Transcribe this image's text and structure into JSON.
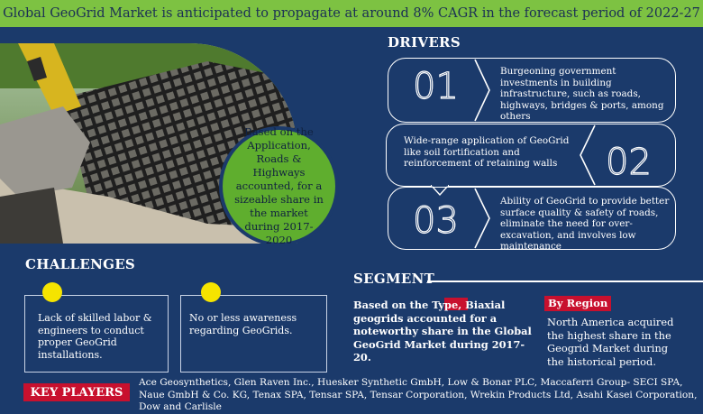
{
  "banner": "Global GeoGrid Market is anticipated to propagate at around 8% CAGR in the forecast period of 2022-27",
  "hero": {
    "circle_text": "Based on the Application, Roads & Highways accounted, for a sizeable share in the market during 2017-2020"
  },
  "drivers": {
    "heading": "DRIVERS",
    "items": [
      {
        "num": "01",
        "text": "Burgeoning government investments in building infrastructure, such as roads, highways, bridges & ports, among others"
      },
      {
        "num": "02",
        "text": "Wide-range application of GeoGrid like soil fortification and reinforcement of retaining walls"
      },
      {
        "num": "03",
        "text": "Ability of GeoGrid to provide better surface quality & safety of roads, eliminate the need for over-excavation, and involves low maintenance"
      }
    ]
  },
  "challenges": {
    "heading": "CHALLENGES",
    "items": [
      {
        "text": "Lack of skilled labor & engineers to conduct proper GeoGrid installations."
      },
      {
        "text": "No or less awareness regarding GeoGrids."
      }
    ]
  },
  "segment": {
    "heading": "SEGMENT",
    "type_text": "Based on the Type, Biaxial geogrids accounted for a noteworthy share in the Global GeoGrid Market during 2017-20.",
    "region_label": "By Region",
    "region_text": "North America acquired the highest share in the Geogrid Market during the historical period."
  },
  "key_players": {
    "label": "KEY PLAYERS",
    "text": "Ace Geosynthetics, Glen Raven Inc., Huesker Synthetic GmbH, Low & Bonar PLC, Maccaferri Group- SECI SPA, Naue GmbH & Co. KG, Tenax SPA, Tensar SPA, Tensar Corporation, Wrekin Products Ltd, Asahi Kasei Corporation, Dow and Carlisle"
  },
  "colors": {
    "background": "#1b3a6b",
    "banner": "#7dc242",
    "accent_red": "#c8102e",
    "dot_yellow": "#f5e400",
    "circle_green": "#5fae2e"
  }
}
